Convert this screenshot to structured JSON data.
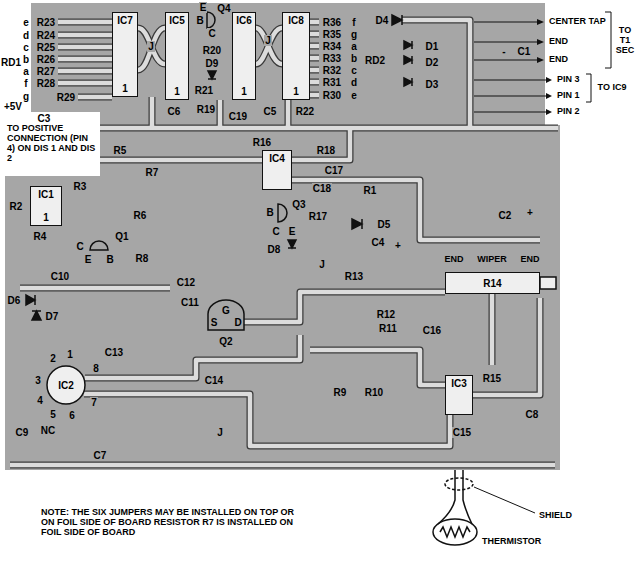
{
  "diagram": {
    "nodes": [
      {
        "text": [
          "IC7",
          "1"
        ]
      },
      {
        "text": [
          "IC5",
          "1"
        ]
      },
      {
        "text": [
          "IC6",
          "1"
        ]
      },
      {
        "text": [
          "IC8",
          "1"
        ]
      },
      {
        "text": [
          "IC1",
          "1"
        ]
      },
      {
        "text": [
          "IC4"
        ]
      },
      {
        "text": [
          "R14"
        ]
      },
      {
        "text": [
          "IC2"
        ]
      },
      {
        "text": [
          "IC3"
        ]
      }
    ],
    "labels": [
      "RD1",
      "e",
      "d",
      "c",
      "b",
      "a",
      "f",
      "g",
      "R23",
      "R24",
      "R25",
      "R26",
      "R27",
      "R28",
      "R29",
      "+5V",
      "C3",
      "TO POSITIVE CONNECTION (PIN 4) ON DIS 1 AND DIS 2",
      "E",
      "Q4",
      "B",
      "C",
      "J",
      "R20",
      "D9",
      "R21",
      "J",
      "C6",
      "R19",
      "C19",
      "C5",
      "R22",
      "R36",
      "f",
      "R35",
      "g",
      "R34",
      "a",
      "R33",
      "b",
      "R32",
      "c",
      "R31",
      "d",
      "R30",
      "e",
      "RD2",
      "D4",
      "D1",
      "D2",
      "D3",
      "-",
      "C1",
      "CENTER TAP",
      "END",
      "END",
      "TO T1 SEC",
      "PIN 3",
      "PIN 1",
      "PIN 2",
      "TO IC9",
      "R2",
      "R3",
      "R5",
      "R7",
      "R6",
      "R4",
      "C",
      "Q1",
      "E",
      "B",
      "R8",
      "C10",
      "R16",
      "R18",
      "C17",
      "C18",
      "R1",
      "C2",
      "+",
      "D5",
      "C4",
      "+",
      "B",
      "Q3",
      "C",
      "E",
      "R17",
      "D8",
      "J",
      "R13",
      "C12",
      "C11",
      "G",
      "S",
      "D",
      "Q2",
      "END",
      "WIPER",
      "END",
      "R12",
      "R11",
      "C16",
      "D6",
      "D7",
      "C13",
      "1",
      "2",
      "8",
      "3",
      "4",
      "5",
      "6",
      "7",
      "NC",
      "C9",
      "C7",
      "C14",
      "J",
      "R9",
      "R10",
      "R15",
      "C15",
      "C8",
      "SHIELD",
      "THERMISTOR",
      "NOTE: THE SIX JUMPERS MAY BE INSTALLED ON TOP OR ON FOIL SIDE OF BOARD RESISTOR R7 IS INSTALLED ON FOIL SIDE OF BOARD"
    ]
  }
}
